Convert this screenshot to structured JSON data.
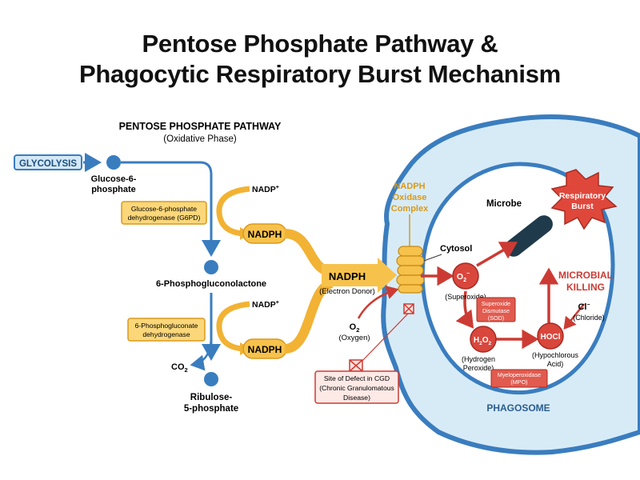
{
  "title_line1": "Pentose Phosphate Pathway &",
  "title_line2": "Phagocytic Respiratory Burst Mechanism",
  "ppp": {
    "heading": "PENTOSE PHOSPHATE PATHWAY",
    "subheading": "(Oxidative Phase)",
    "glycolysis": "GLYCOLYSIS",
    "glucose6p_l1": "Glucose-6-",
    "glucose6p_l2": "phosphate",
    "g6pd_l1": "Glucose-6-phosphate",
    "g6pd_l2": "dehydrogenase (G6PD)",
    "nadp1": "NADP",
    "nadp_sup": "+",
    "nadph1": "NADPH",
    "lactone": "6-Phosphogluconolactone",
    "pgd_l1": "6-Phosphogluconate",
    "pgd_l2": "dehydrogenase",
    "nadp2": "NADP",
    "nadph2": "NADPH",
    "co2": "CO",
    "co2_sub": "2",
    "ribulose_l1": "Ribulose-",
    "ribulose_l2": "5-phosphate"
  },
  "center": {
    "nadph": "NADPH",
    "electron_donor": "(Electron Donor)",
    "o2": "O",
    "o2_sub": "2",
    "oxygen": "(Oxygen)",
    "cgd_l1": "Site of Defect in CGD",
    "cgd_l2": "(Chronic Granulomatous",
    "cgd_l3": "Disease)"
  },
  "cell": {
    "oxidase_l1": "NADPH",
    "oxidase_l2": "Oxidase",
    "oxidase_l3": "Complex",
    "cytosol": "Cytosol",
    "microbe": "Microbe",
    "burst_l1": "Respiratory",
    "burst_l2": "Burst",
    "superoxide_sym": "O",
    "superoxide_sub": "2",
    "superoxide_sup": "−",
    "superoxide": "(Superoxide)",
    "sod_l1": "Superoxide",
    "sod_l2": "Dismutase",
    "sod_l3": "(SOD)",
    "h2o2_a": "H",
    "h2o2_sub1": "2",
    "h2o2_b": "O",
    "h2o2_sub2": "2",
    "h2o2_l1": "(Hydrogen",
    "h2o2_l2": "Peroxide)",
    "mpo_l1": "Myeloperoxidase",
    "mpo_l2": "(MPO)",
    "hocl": "HOCl",
    "hocl_l1": "(Hypochlorous",
    "hocl_l2": "Acid)",
    "killing_l1": "MICROBIAL",
    "killing_l2": "KILLING",
    "chloride_sym": "Cl",
    "chloride_sup": "−",
    "chloride": "(Chloride)",
    "phagosome": "PHAGOSOME"
  },
  "colors": {
    "blue": "#3a7dbf",
    "blue_fill": "#cfe4f3",
    "gold": "#f2b233",
    "gold_fill": "#f7c24c",
    "red": "#cc3b33",
    "red_fill": "#d9463c",
    "pale_red": "#f6d3cf"
  }
}
